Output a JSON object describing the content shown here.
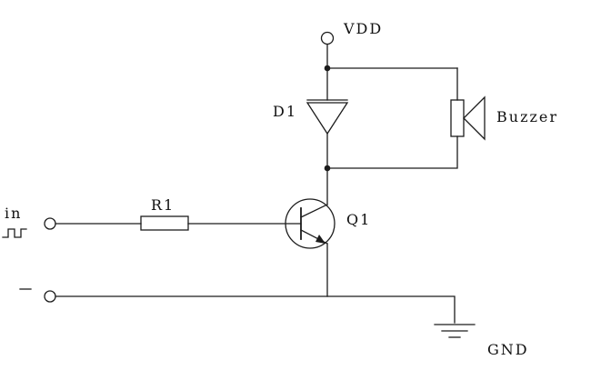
{
  "schematic": {
    "labels": {
      "vdd": "VDD",
      "gnd": "GND",
      "input": "in",
      "diode": "D1",
      "resistor": "R1",
      "transistor": "Q1",
      "buzzer": "Buzzer"
    },
    "colors": {
      "line": "#1c1c1c",
      "background": "#ffffff",
      "text": "#111111"
    }
  }
}
